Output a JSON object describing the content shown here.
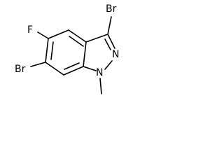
{
  "molecule": {
    "labels": {
      "br_top": "Br",
      "f": "F",
      "n2": "N",
      "br_left": "Br",
      "n1": "N"
    }
  }
}
